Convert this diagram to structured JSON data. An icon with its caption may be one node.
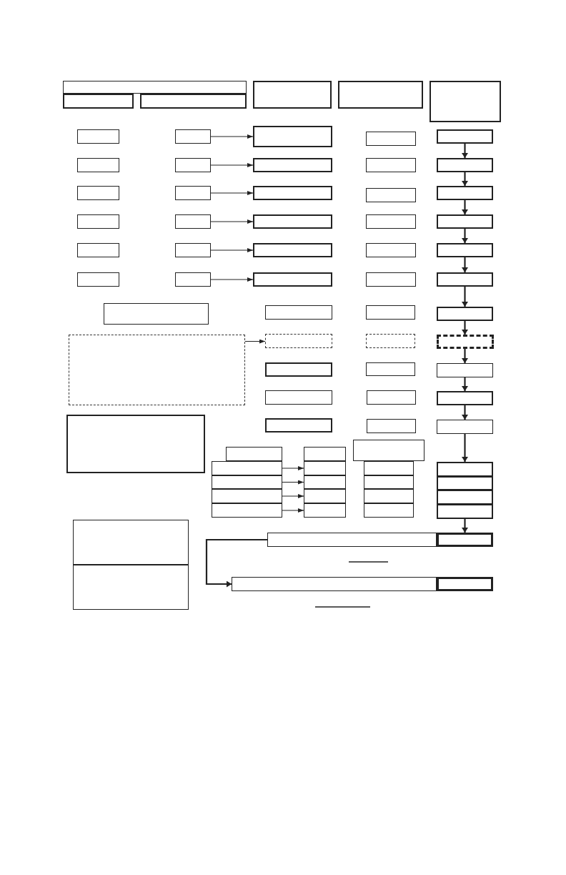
{
  "diagram": {
    "nodes": [
      {
        "text": [],
        "shape": "box"
      },
      {
        "text": [],
        "shape": "box"
      },
      {
        "text": [],
        "shape": "box"
      },
      {
        "text": [],
        "shape": "box"
      },
      {
        "text": [],
        "shape": "box"
      },
      {
        "text": [],
        "shape": "box"
      },
      {
        "text": [],
        "shape": "box"
      },
      {
        "text": [],
        "shape": "box"
      },
      {
        "text": [],
        "shape": "box"
      },
      {
        "text": [],
        "shape": "box"
      },
      {
        "text": [],
        "shape": "box"
      },
      {
        "text": [],
        "shape": "box"
      },
      {
        "text": [],
        "shape": "box"
      },
      {
        "text": [],
        "shape": "box"
      },
      {
        "text": [],
        "shape": "box"
      },
      {
        "text": [],
        "shape": "box"
      },
      {
        "text": [],
        "shape": "box"
      },
      {
        "text": [],
        "shape": "box"
      },
      {
        "text": [],
        "shape": "box"
      },
      {
        "text": [],
        "shape": "box"
      },
      {
        "text": [],
        "shape": "box"
      },
      {
        "text": [],
        "shape": "box"
      },
      {
        "text": [],
        "shape": "box"
      },
      {
        "text": [],
        "shape": "box"
      },
      {
        "text": [],
        "shape": "box"
      },
      {
        "text": [],
        "shape": "box"
      },
      {
        "text": [],
        "shape": "box"
      },
      {
        "text": [],
        "shape": "box"
      },
      {
        "text": [],
        "shape": "box"
      },
      {
        "text": [],
        "shape": "box"
      },
      {
        "text": [],
        "shape": "box"
      },
      {
        "text": [],
        "shape": "box"
      },
      {
        "text": [],
        "shape": "box"
      },
      {
        "text": [],
        "shape": "box"
      },
      {
        "text": [],
        "shape": "box"
      },
      {
        "text": [],
        "shape": "box"
      },
      {
        "text": [],
        "shape": "box"
      },
      {
        "text": [],
        "shape": "box"
      },
      {
        "text": [],
        "shape": "box"
      },
      {
        "text": [],
        "shape": "box"
      },
      {
        "text": [],
        "shape": "box"
      },
      {
        "text": [],
        "shape": "box"
      },
      {
        "text": [],
        "shape": "box"
      },
      {
        "text": [],
        "shape": "box"
      },
      {
        "text": [],
        "shape": "box"
      },
      {
        "text": [],
        "shape": "box"
      },
      {
        "text": [],
        "shape": "box"
      },
      {
        "text": [],
        "shape": "box"
      },
      {
        "text": [],
        "shape": "box"
      },
      {
        "text": [],
        "shape": "box"
      },
      {
        "text": [],
        "shape": "box"
      },
      {
        "text": [],
        "shape": "box"
      },
      {
        "text": [],
        "shape": "box"
      },
      {
        "text": [],
        "shape": "box"
      },
      {
        "text": [],
        "shape": "box"
      },
      {
        "text": [],
        "shape": "box"
      },
      {
        "text": [],
        "shape": "box"
      },
      {
        "text": [],
        "shape": "box"
      },
      {
        "text": [],
        "shape": "box"
      },
      {
        "text": [],
        "shape": "box"
      },
      {
        "text": [],
        "shape": "box"
      },
      {
        "text": [],
        "shape": "box"
      },
      {
        "text": [],
        "shape": "box"
      },
      {
        "text": [],
        "shape": "box"
      },
      {
        "text": [],
        "shape": "box"
      },
      {
        "text": [],
        "shape": "box"
      },
      {
        "text": [],
        "shape": "box"
      },
      {
        "text": [],
        "shape": "box"
      },
      {
        "text": [],
        "shape": "box"
      },
      {
        "text": [],
        "shape": "box"
      },
      {
        "text": [],
        "shape": "box"
      },
      {
        "text": [],
        "shape": "box"
      },
      {
        "text": [],
        "shape": "box"
      },
      {
        "text": [],
        "shape": "box"
      },
      {
        "text": [],
        "shape": "box"
      },
      {
        "text": [],
        "shape": "box"
      },
      {
        "text": [],
        "shape": "box"
      },
      {
        "text": [],
        "shape": "box"
      },
      {
        "text": [],
        "shape": "box"
      }
    ],
    "edges": [
      {
        "from": 7,
        "to": 8,
        "arrow": "to"
      },
      {
        "from": 12,
        "to": 13,
        "arrow": "to"
      },
      {
        "from": 17,
        "to": 18,
        "arrow": "to"
      },
      {
        "from": 22,
        "to": 23,
        "arrow": "to"
      },
      {
        "from": 27,
        "to": 28,
        "arrow": "to"
      },
      {
        "from": 32,
        "to": 33,
        "arrow": "to"
      },
      {
        "from": 10,
        "to": 15,
        "arrow": "to"
      },
      {
        "from": 15,
        "to": 20,
        "arrow": "to"
      },
      {
        "from": 20,
        "to": 25,
        "arrow": "to"
      },
      {
        "from": 25,
        "to": 30,
        "arrow": "to"
      },
      {
        "from": 30,
        "to": 35,
        "arrow": "to"
      },
      {
        "from": 35,
        "to": 39,
        "arrow": "to"
      },
      {
        "from": 39,
        "to": 43,
        "arrow": "to"
      },
      {
        "from": 43,
        "to": 46,
        "arrow": "to"
      },
      {
        "from": 46,
        "to": 50,
        "arrow": "to"
      },
      {
        "from": 50,
        "to": 53,
        "arrow": "to"
      },
      {
        "from": 53,
        "to": 60,
        "arrow": "to"
      },
      {
        "from": 72,
        "to": 76,
        "arrow": "to"
      },
      {
        "from": 40,
        "to": 41,
        "arrow": "to"
      },
      {
        "from": 57,
        "to": 58,
        "arrow": "to"
      },
      {
        "from": 61,
        "to": 62,
        "arrow": "to"
      },
      {
        "from": 65,
        "to": 66,
        "arrow": "to"
      },
      {
        "from": 69,
        "to": 70,
        "arrow": "to"
      },
      {
        "from": 75,
        "to": 77,
        "arrow": "to"
      }
    ]
  }
}
